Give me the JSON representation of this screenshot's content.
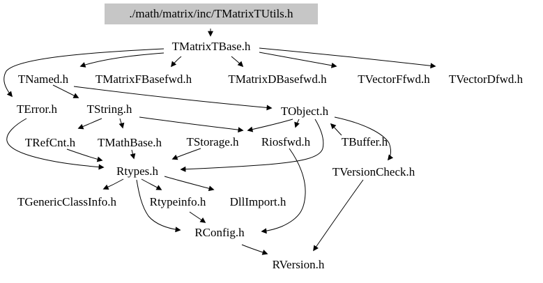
{
  "diagram": {
    "type": "include-dependency-graph",
    "background_color": "#ffffff",
    "root_box_fill": "#c6c6c6",
    "text_color": "#000000",
    "nodes": [
      {
        "id": "root",
        "label": "./math/matrix/inc/TMatrixTUtils.h",
        "boxed": true
      },
      {
        "id": "TMatrixTBase",
        "label": "TMatrixTBase.h"
      },
      {
        "id": "TNamed",
        "label": "TNamed.h"
      },
      {
        "id": "TMatrixFBasefwd",
        "label": "TMatrixFBasefwd.h"
      },
      {
        "id": "TMatrixDBasefwd",
        "label": "TMatrixDBasefwd.h"
      },
      {
        "id": "TVectorFfwd",
        "label": "TVectorFfwd.h"
      },
      {
        "id": "TVectorDfwd",
        "label": "TVectorDfwd.h"
      },
      {
        "id": "TError",
        "label": "TError.h"
      },
      {
        "id": "TString",
        "label": "TString.h"
      },
      {
        "id": "TObject",
        "label": "TObject.h"
      },
      {
        "id": "TRefCnt",
        "label": "TRefCnt.h"
      },
      {
        "id": "TMathBase",
        "label": "TMathBase.h"
      },
      {
        "id": "TStorage",
        "label": "TStorage.h"
      },
      {
        "id": "Riosfwd",
        "label": "Riosfwd.h"
      },
      {
        "id": "TBuffer",
        "label": "TBuffer.h"
      },
      {
        "id": "Rtypes",
        "label": "Rtypes.h"
      },
      {
        "id": "TVersionCheck",
        "label": "TVersionCheck.h"
      },
      {
        "id": "TGenericClassInfo",
        "label": "TGenericClassInfo.h"
      },
      {
        "id": "Rtypeinfo",
        "label": "Rtypeinfo.h"
      },
      {
        "id": "DllImport",
        "label": "DllImport.h"
      },
      {
        "id": "RConfig",
        "label": "RConfig.h"
      },
      {
        "id": "RVersion",
        "label": "RVersion.h"
      }
    ],
    "edges": [
      {
        "from": "root",
        "to": "TMatrixTBase"
      },
      {
        "from": "TMatrixTBase",
        "to": "TNamed"
      },
      {
        "from": "TMatrixTBase",
        "to": "TMatrixFBasefwd"
      },
      {
        "from": "TMatrixTBase",
        "to": "TMatrixDBasefwd"
      },
      {
        "from": "TMatrixTBase",
        "to": "TVectorFfwd"
      },
      {
        "from": "TMatrixTBase",
        "to": "TVectorDfwd"
      },
      {
        "from": "TMatrixTBase",
        "to": "TError"
      },
      {
        "from": "TNamed",
        "to": "TString"
      },
      {
        "from": "TNamed",
        "to": "TObject"
      },
      {
        "from": "TString",
        "to": "TRefCnt"
      },
      {
        "from": "TString",
        "to": "TMathBase"
      },
      {
        "from": "TString",
        "to": "TStorage"
      },
      {
        "from": "TObject",
        "to": "TStorage"
      },
      {
        "from": "TObject",
        "to": "Riosfwd"
      },
      {
        "from": "TObject",
        "to": "Rtypes"
      },
      {
        "from": "TObject",
        "to": "TVersionCheck"
      },
      {
        "from": "TBuffer",
        "to": "TObject"
      },
      {
        "from": "TError",
        "to": "Rtypes"
      },
      {
        "from": "TRefCnt",
        "to": "Rtypes"
      },
      {
        "from": "TMathBase",
        "to": "Rtypes"
      },
      {
        "from": "TStorage",
        "to": "Rtypes"
      },
      {
        "from": "Riosfwd",
        "to": "RConfig"
      },
      {
        "from": "Rtypes",
        "to": "TGenericClassInfo"
      },
      {
        "from": "Rtypes",
        "to": "Rtypeinfo"
      },
      {
        "from": "Rtypes",
        "to": "DllImport"
      },
      {
        "from": "Rtypes",
        "to": "RConfig"
      },
      {
        "from": "Rtypeinfo",
        "to": "RConfig"
      },
      {
        "from": "RConfig",
        "to": "RVersion"
      },
      {
        "from": "TVersionCheck",
        "to": "RVersion"
      }
    ]
  }
}
